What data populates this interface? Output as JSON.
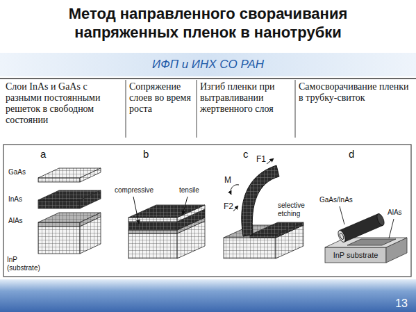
{
  "diagram": {
    "title": "Метод направленного сворачивания напряженных пленок в нанотрубки",
    "nodes": [
      {
        "text": [
          "ИФП и ИНХ СО РАН"
        ]
      },
      {
        "text": [
          "13"
        ]
      }
    ],
    "labels": [
      "Слои InAs и GaAs с разными постоянными решеток в свободном состоянии",
      "Сопряжение слоев во время роста",
      "Изгиб пленки при вытравливании жертвенного слоя",
      "Самосворачивание пленки в трубку-свиток",
      "a",
      "b",
      "c",
      "d",
      "GaAs",
      "InAs",
      "AlAs",
      "InP (substrate)",
      "compressive",
      "tensile",
      "M",
      "F1",
      "F2",
      "selective etching",
      "GaAs/InAs",
      "AlAs",
      "InP substrate"
    ]
  }
}
